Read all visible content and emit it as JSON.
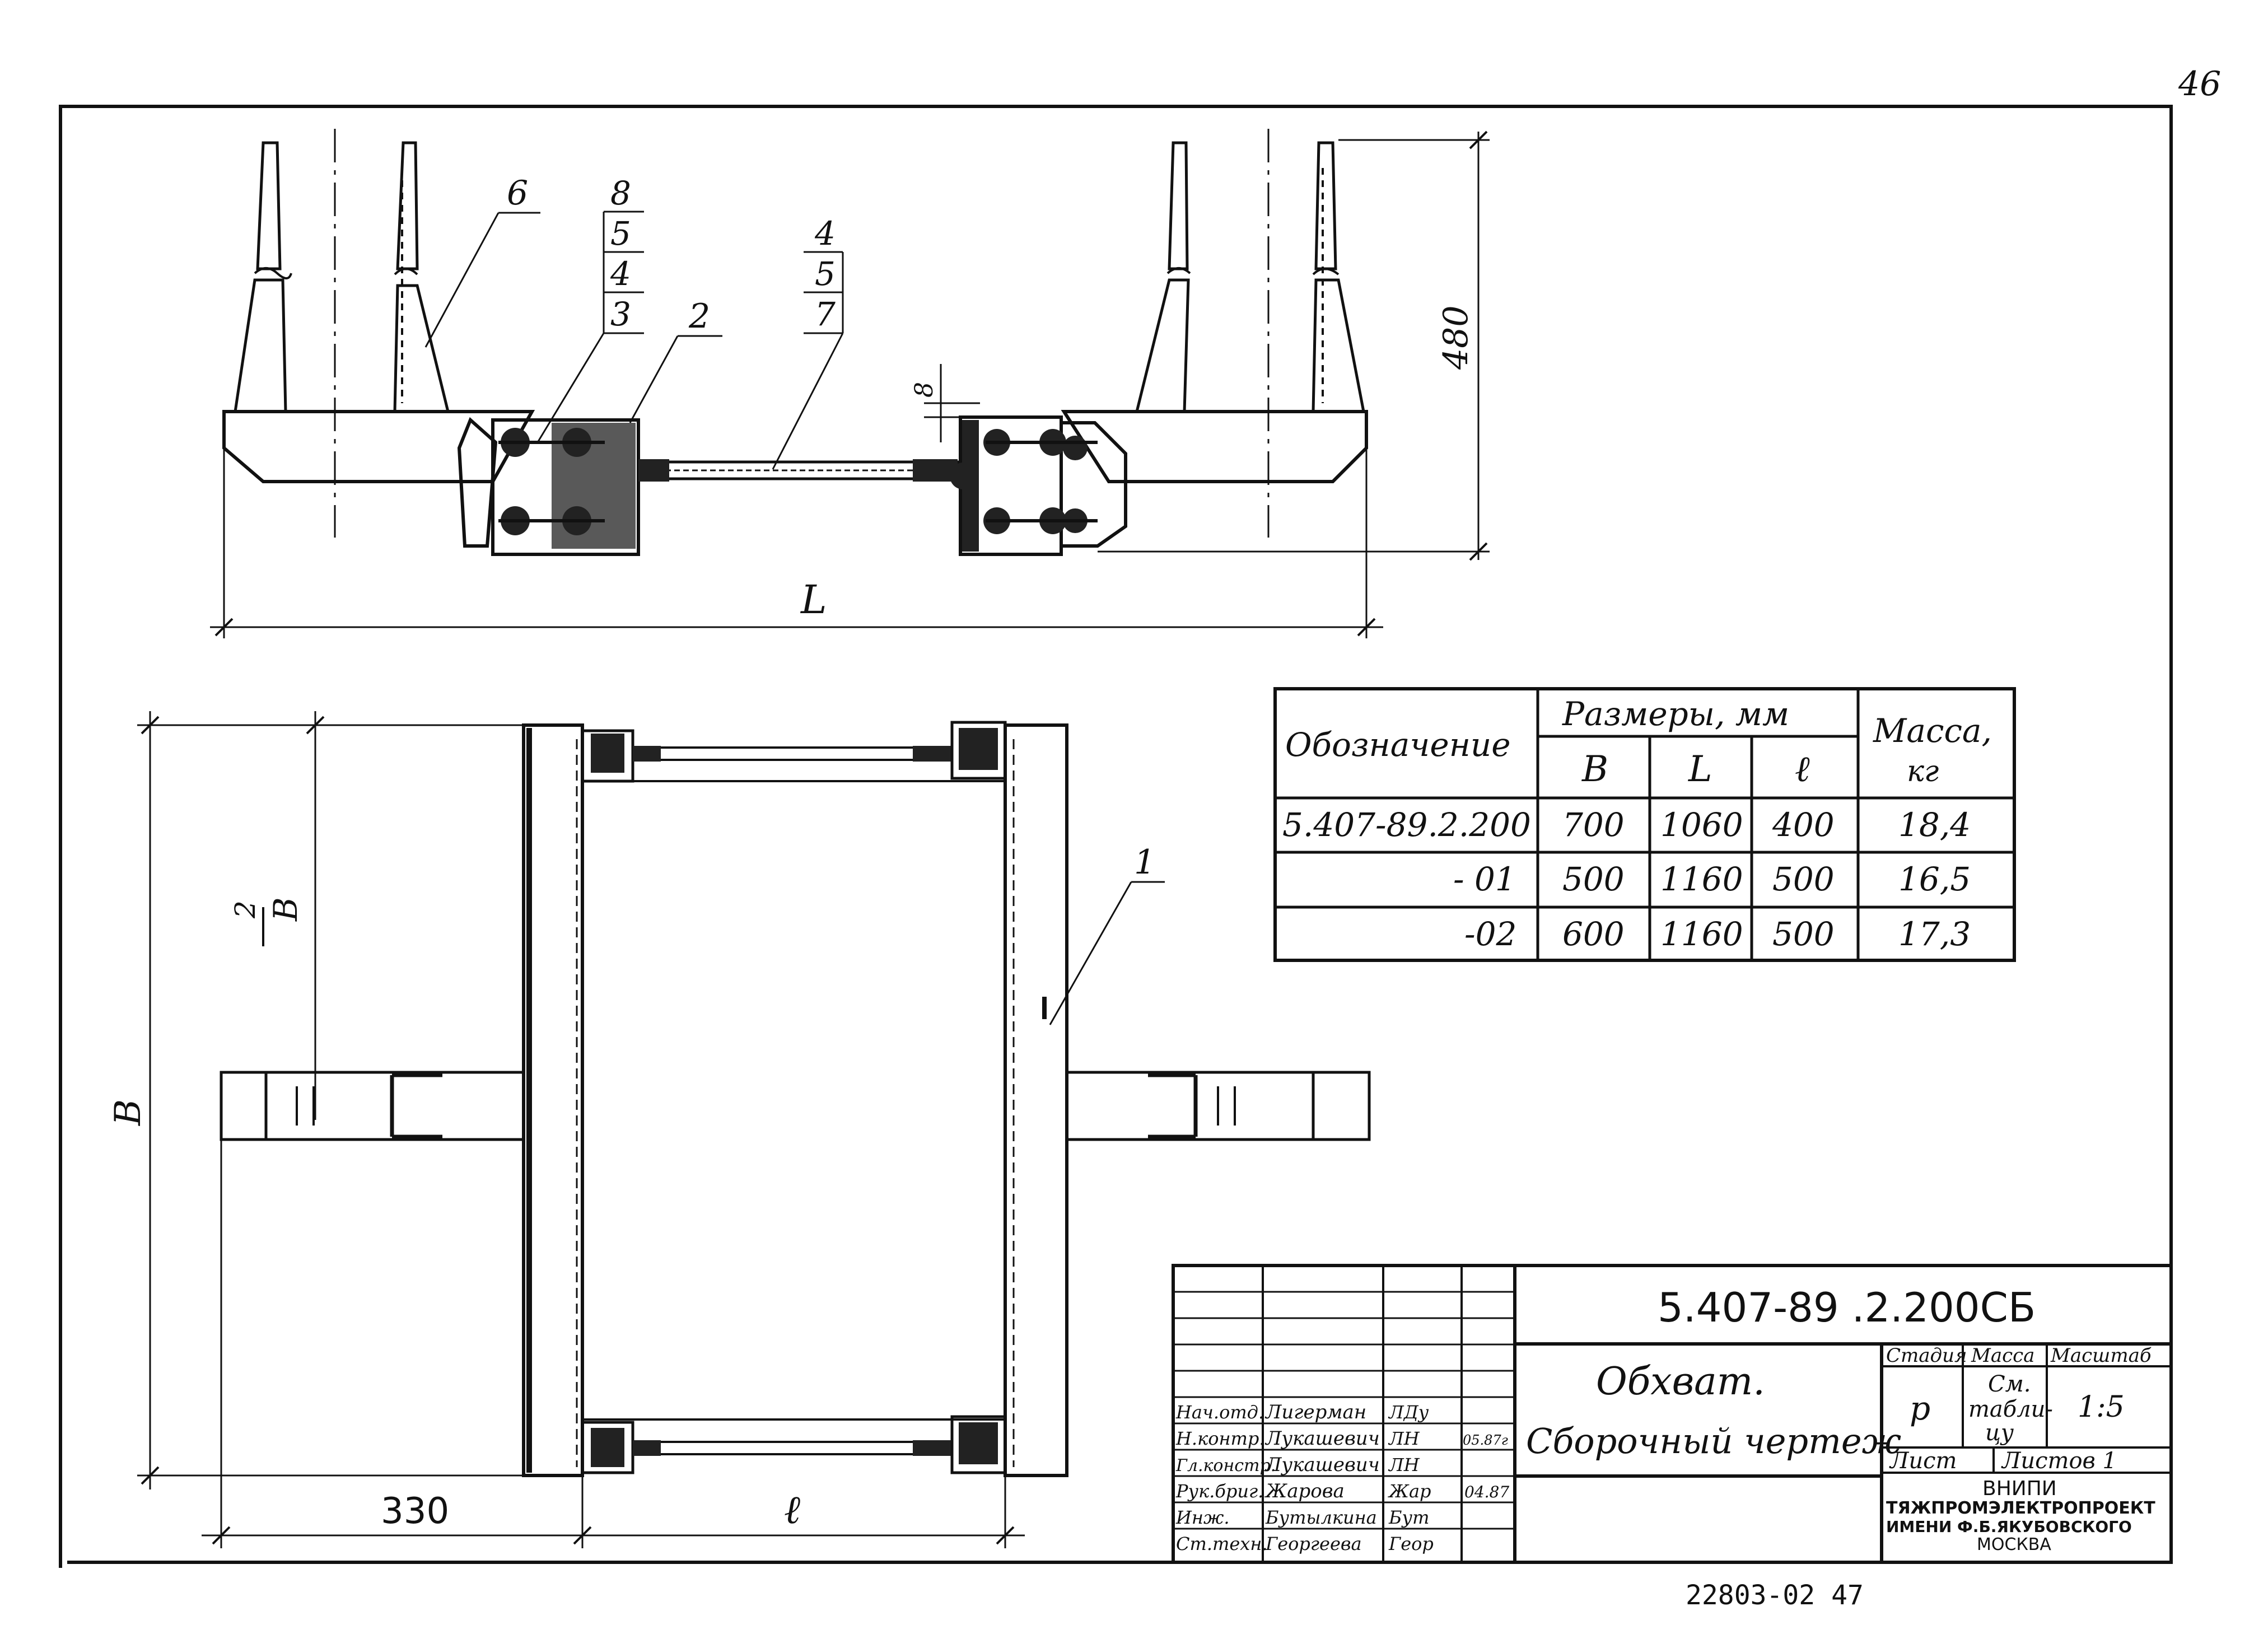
{
  "sheet": {
    "page_number": "46",
    "archive_number": "22803-02  47"
  },
  "top_view": {
    "height_dimension": "480",
    "gap_dimension": "8",
    "length_label": "L",
    "callouts": {
      "c6": "6",
      "c2": "2",
      "stack_a": [
        "8",
        "5",
        "4",
        "3"
      ],
      "stack_b": [
        "4",
        "5",
        "7"
      ]
    }
  },
  "plan_view": {
    "b_label": "B",
    "half_b_numerator": "B",
    "half_b_denominator": "2",
    "dim_330": "330",
    "l_small_label": "ℓ",
    "callout_1": "1"
  },
  "spec_table": {
    "header_designation": "Обозначение",
    "header_sizes": "Размеры, мм",
    "header_mass_line1": "Масса,",
    "header_mass_line2": "кг",
    "sub_b": "B",
    "sub_l": "L",
    "sub_lsmall": "ℓ",
    "rows": [
      {
        "designation": "5.407-89.2.200",
        "b": "700",
        "l": "1060",
        "ls": "400",
        "mass": "18,4"
      },
      {
        "designation": "- 01",
        "b": "500",
        "l": "1160",
        "ls": "500",
        "mass": "16,5"
      },
      {
        "designation": "-02",
        "b": "600",
        "l": "1160",
        "ls": "500",
        "mass": "17,3"
      }
    ]
  },
  "title_block": {
    "doc_code": "5.407-89 .2.200СБ",
    "title_line1": "Обхват.",
    "title_line2": "Сборочный чертеж",
    "col_stage": "Стадия",
    "col_mass": "Масса",
    "col_scale": "Масштаб",
    "stage_value": "р",
    "mass_value_1": "См.",
    "mass_value_2": "табли-",
    "mass_value_3": "цу",
    "scale_value": "1:5",
    "sheet_label": "Лист",
    "sheets_label": "Листов 1",
    "org_line1": "ВНИПИ",
    "org_line2": "ТЯЖПРОМЭЛЕКТРОПРОЕКТ",
    "org_line3": "ИМЕНИ Ф.Б.ЯКУБОВСКОГО",
    "org_line4": "МОСКВА",
    "signatures": [
      {
        "role": "Нач.отд.",
        "name": "Лигерман",
        "sign": "ЛДу",
        "date": ""
      },
      {
        "role": "Н.контр.",
        "name": "Лукашевич",
        "sign": "ЛН",
        "date": "05.87г"
      },
      {
        "role": "Гл.констр.",
        "name": "Лукашевич",
        "sign": "ЛН",
        "date": ""
      },
      {
        "role": "Рук.бриг.",
        "name": "Жарова",
        "sign": "Жар",
        "date": "04.87"
      },
      {
        "role": "Инж.",
        "name": "Бутылкина",
        "sign": "Бут",
        "date": ""
      },
      {
        "role": "Ст.техн.",
        "name": "Георгеева",
        "sign": "Геор",
        "date": ""
      }
    ]
  }
}
